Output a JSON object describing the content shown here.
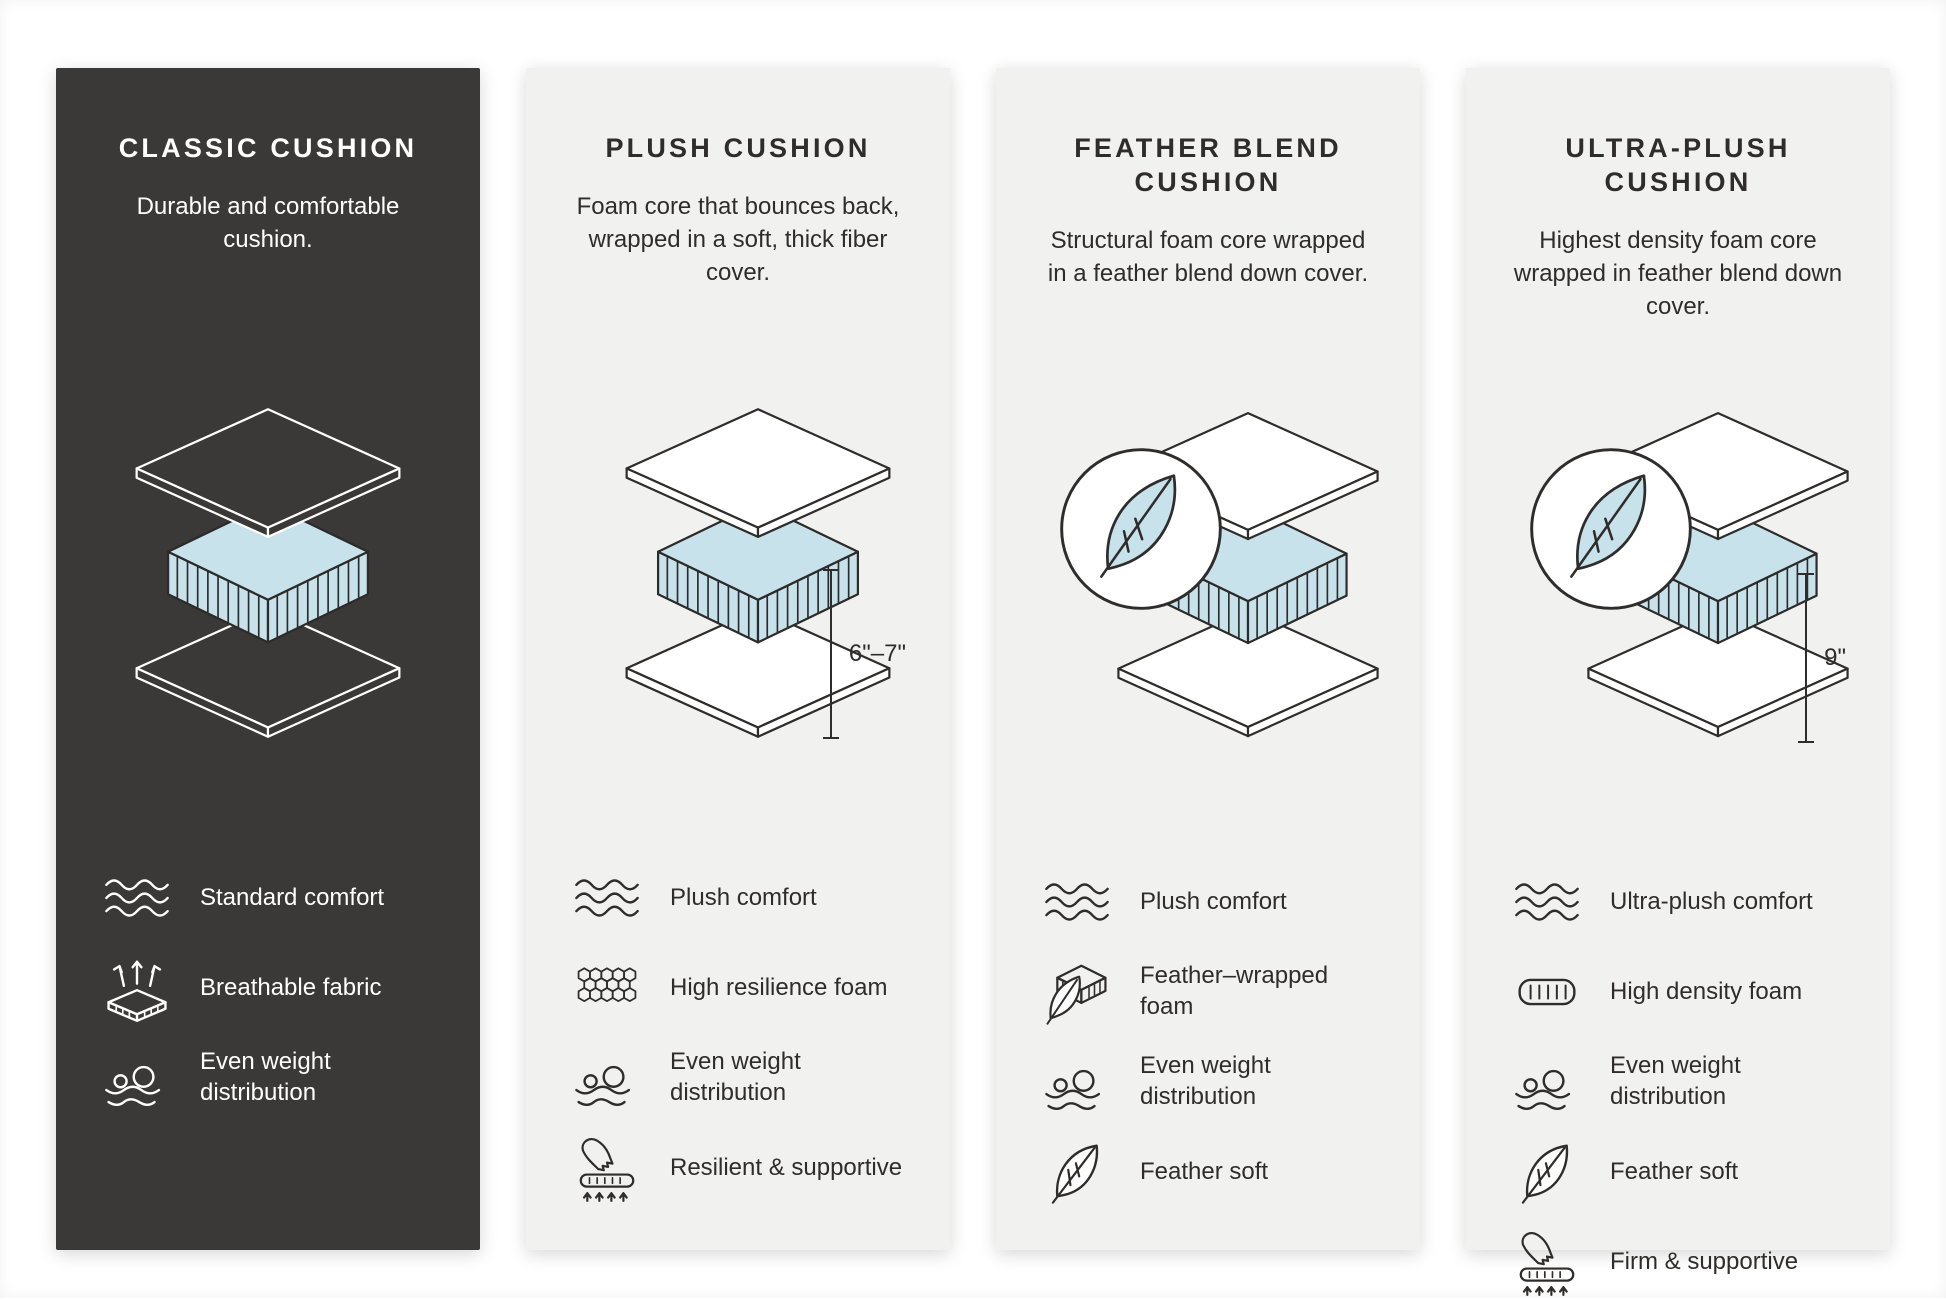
{
  "colors": {
    "page_background": "#ffffff",
    "dark_panel_background": "#3b3937",
    "light_panel_background": "#f1f1f0",
    "foam_fill": "#c7e2eb",
    "line_dark": "#2c2b29",
    "line_light": "#ffffff"
  },
  "panels": [
    {
      "id": "classic",
      "theme": "dark",
      "title": "CLASSIC CUSHION",
      "description": "Durable and comfortable cushion.",
      "diagram": {
        "feather_badge": false,
        "measure_label": ""
      },
      "features": [
        {
          "icon": "waves",
          "label": "Standard comfort"
        },
        {
          "icon": "breathable",
          "label": "Breathable fabric"
        },
        {
          "icon": "weight",
          "label": "Even weight distribution"
        }
      ]
    },
    {
      "id": "plush",
      "theme": "light",
      "title": "PLUSH CUSHION",
      "description": "Foam core that bounces back, wrapped in a soft, thick fiber cover.",
      "diagram": {
        "feather_badge": false,
        "measure_label": "6\"–7\""
      },
      "features": [
        {
          "icon": "waves",
          "label": "Plush comfort"
        },
        {
          "icon": "honeycomb",
          "label": "High resilience foam"
        },
        {
          "icon": "weight",
          "label": "Even weight distribution"
        },
        {
          "icon": "support",
          "label": "Resilient & supportive"
        }
      ]
    },
    {
      "id": "feather-blend",
      "theme": "light",
      "title": "FEATHER BLEND CUSHION",
      "description": "Structural foam core wrapped in a feather blend down cover.",
      "diagram": {
        "feather_badge": true,
        "measure_label": ""
      },
      "features": [
        {
          "icon": "waves",
          "label": "Plush comfort"
        },
        {
          "icon": "feather-foam",
          "label": "Feather–wrapped foam"
        },
        {
          "icon": "weight",
          "label": "Even weight distribution"
        },
        {
          "icon": "feather",
          "label": "Feather soft"
        }
      ]
    },
    {
      "id": "ultra-plush",
      "theme": "light",
      "title": "ULTRA-PLUSH CUSHION",
      "description": "Highest density foam core wrapped in feather blend down cover.",
      "diagram": {
        "feather_badge": true,
        "measure_label": "9\""
      },
      "features": [
        {
          "icon": "waves",
          "label": "Ultra-plush comfort"
        },
        {
          "icon": "density-foam",
          "label": "High density foam"
        },
        {
          "icon": "weight",
          "label": "Even weight distribution"
        },
        {
          "icon": "feather",
          "label": "Feather soft"
        },
        {
          "icon": "support",
          "label": "Firm & supportive"
        }
      ]
    }
  ]
}
